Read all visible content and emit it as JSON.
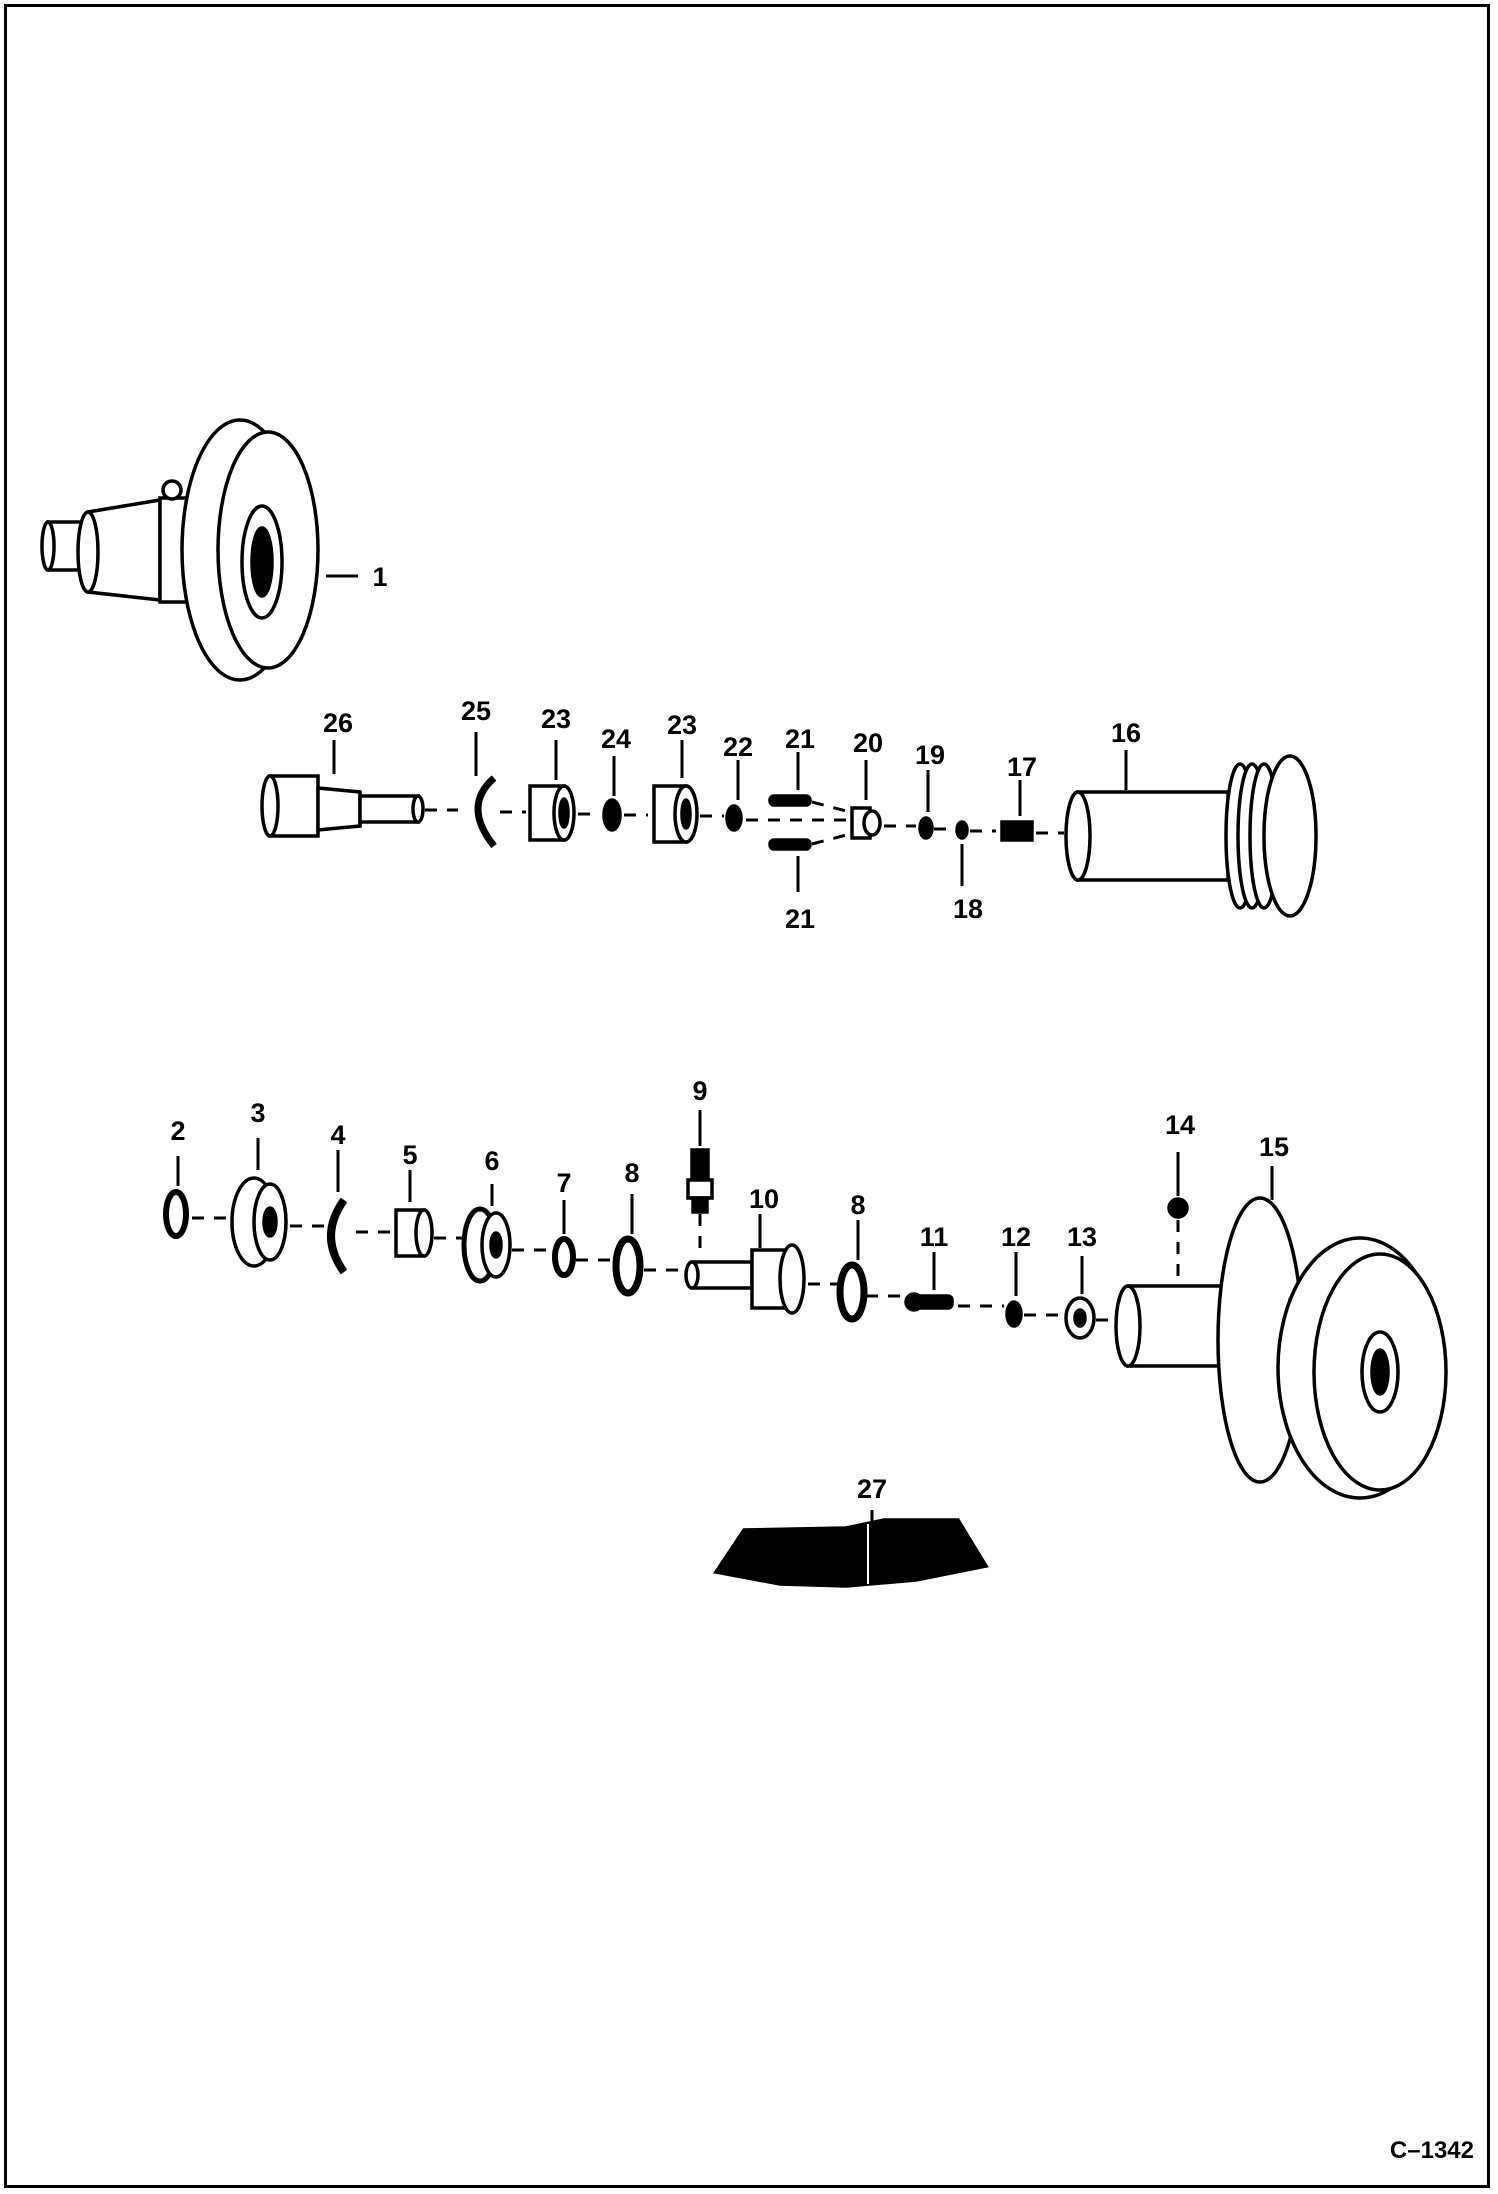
{
  "diagram": {
    "reference_code": "C–1342",
    "callouts": [
      {
        "id": "c1",
        "text": "1"
      },
      {
        "id": "c2",
        "text": "2"
      },
      {
        "id": "c3",
        "text": "3"
      },
      {
        "id": "c4",
        "text": "4"
      },
      {
        "id": "c5",
        "text": "5"
      },
      {
        "id": "c6",
        "text": "6"
      },
      {
        "id": "c7",
        "text": "7"
      },
      {
        "id": "c8a",
        "text": "8"
      },
      {
        "id": "c8b",
        "text": "8"
      },
      {
        "id": "c9",
        "text": "9"
      },
      {
        "id": "c10",
        "text": "10"
      },
      {
        "id": "c11",
        "text": "11"
      },
      {
        "id": "c12",
        "text": "12"
      },
      {
        "id": "c13",
        "text": "13"
      },
      {
        "id": "c14",
        "text": "14"
      },
      {
        "id": "c15",
        "text": "15"
      },
      {
        "id": "c16",
        "text": "16"
      },
      {
        "id": "c17",
        "text": "17"
      },
      {
        "id": "c18",
        "text": "18"
      },
      {
        "id": "c19",
        "text": "19"
      },
      {
        "id": "c20",
        "text": "20"
      },
      {
        "id": "c21a",
        "text": "21"
      },
      {
        "id": "c21b",
        "text": "21"
      },
      {
        "id": "c22",
        "text": "22"
      },
      {
        "id": "c23a",
        "text": "23"
      },
      {
        "id": "c23b",
        "text": "23"
      },
      {
        "id": "c24",
        "text": "24"
      },
      {
        "id": "c25",
        "text": "25"
      },
      {
        "id": "c26",
        "text": "26"
      },
      {
        "id": "c27",
        "text": "27"
      }
    ]
  }
}
